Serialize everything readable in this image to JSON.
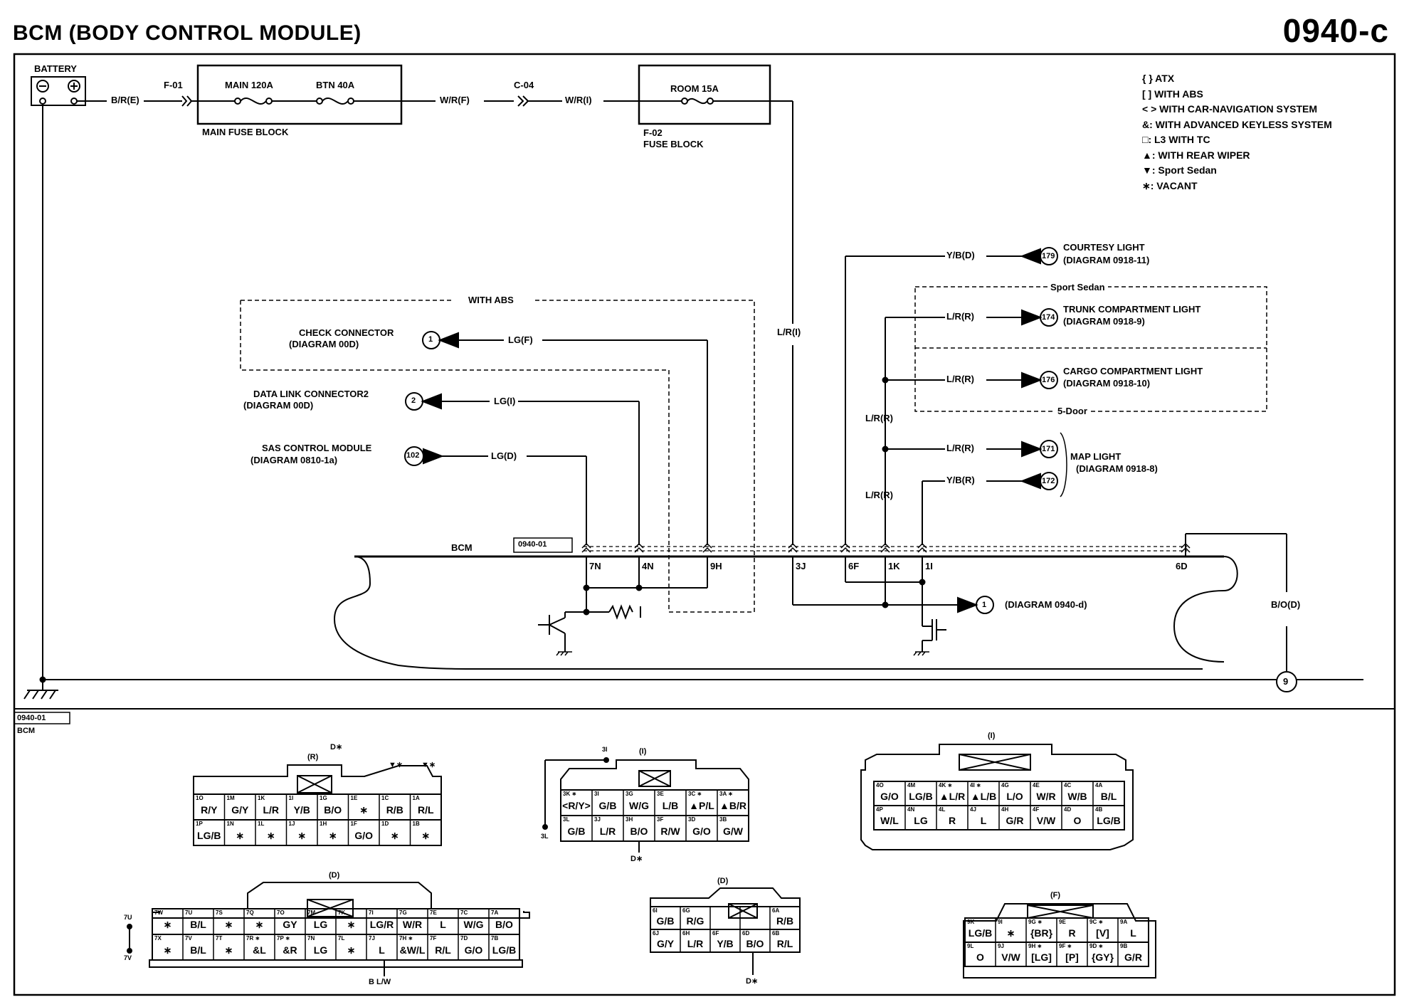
{
  "header": {
    "title": "BCM (BODY CONTROL MODULE)",
    "page_id": "0940-c"
  },
  "legend": [
    "{ } ATX",
    "[ ] WITH ABS",
    "< > WITH CAR-NAVIGATION SYSTEM",
    "&: WITH ADVANCED KEYLESS SYSTEM",
    "□: L3 WITH TC",
    "▲: WITH REAR WIPER",
    "▼: Sport Sedan",
    "∗: VACANT"
  ],
  "power": {
    "battery": "BATTERY",
    "f01": "F-01",
    "wire_br_e": "B/R(E)",
    "main_fuse": "MAIN 120A",
    "btn_fuse": "BTN 40A",
    "main_fuse_block": "MAIN FUSE BLOCK",
    "wire_wr_f": "W/R(F)",
    "c04": "C-04",
    "wire_wr_i": "W/R(I)",
    "room_fuse": "ROOM 15A",
    "f02": "F-02",
    "fuse_block": "FUSE BLOCK",
    "wire_lr_i": "L/R(I)"
  },
  "left_circuits": {
    "with_abs": "WITH ABS",
    "check_connector": "CHECK CONNECTOR",
    "check_connector_diag": "(DIAGRAM 00D)",
    "check_connector_num": "1",
    "wire_lg_f": "LG(F)",
    "dlc": "DATA LINK CONNECTOR2",
    "dlc_diag": "(DIAGRAM 00D)",
    "dlc_num": "2",
    "wire_lg_i": "LG(I)",
    "sas": "SAS CONTROL MODULE",
    "sas_diag": "(DIAGRAM 0810-1a)",
    "sas_num": "102",
    "wire_lg_d": "LG(D)"
  },
  "right_circuits": {
    "wire_yb_d": "Y/B(D)",
    "courtesy_num": "179",
    "courtesy": "COURTESY LIGHT",
    "courtesy_diag": "(DIAGRAM 0918-11)",
    "sport_sedan": "Sport Sedan",
    "trunk_num": "174",
    "trunk": "TRUNK COMPARTMENT LIGHT",
    "trunk_diag": "(DIAGRAM 0918-9)",
    "wire_lr_r": "L/R(R)",
    "cargo_num": "176",
    "cargo": "CARGO COMPARTMENT LIGHT",
    "cargo_diag": "(DIAGRAM 0918-10)",
    "five_door": "5-Door",
    "map_num1": "171",
    "map_num2": "172",
    "map": "MAP LIGHT",
    "map_diag": "(DIAGRAM 0918-8)",
    "wire_yb_r": "Y/B(R)",
    "diag_d_num": "1",
    "diag_d": "(DIAGRAM 0940-d)",
    "wire_bo_d": "B/O(D)",
    "ground_num": "9"
  },
  "bcm": {
    "label": "BCM",
    "ref": "0940-01",
    "pins": [
      "7N",
      "4N",
      "9H",
      "3J",
      "6F",
      "1K",
      "1I",
      "6D"
    ]
  },
  "connector_section": {
    "ref": "0940-01",
    "label": "BCM",
    "conn_R": {
      "title": "(R)",
      "note": "D∗",
      "note2": "▼∗",
      "note3": "▼∗",
      "top": [
        [
          "1O",
          "R/Y"
        ],
        [
          "1M",
          "G/Y"
        ],
        [
          "1K",
          "L/R"
        ],
        [
          "1I",
          "Y/B"
        ],
        [
          "1G",
          "B/O"
        ],
        [
          "1E",
          "∗"
        ],
        [
          "1C",
          "R/B"
        ],
        [
          "1A",
          "R/L"
        ]
      ],
      "bottom": [
        [
          "1P",
          "LG/B"
        ],
        [
          "1N",
          "∗"
        ],
        [
          "1L",
          "∗"
        ],
        [
          "1J",
          "∗"
        ],
        [
          "1H",
          "∗"
        ],
        [
          "1F",
          "G/O"
        ],
        [
          "1D",
          "∗"
        ],
        [
          "1B",
          "∗"
        ]
      ]
    },
    "conn_I1": {
      "title": "(I)",
      "note_top": "3I",
      "note_left": "3L",
      "note_bottom": "D∗",
      "top": [
        [
          "3K ∗",
          "<R/Y>"
        ],
        [
          "3I",
          "G/B"
        ],
        [
          "3G",
          "W/G"
        ],
        [
          "3E",
          "L/B"
        ],
        [
          "3C ∗",
          "▲P/L"
        ],
        [
          "3A ∗",
          "▲B/R"
        ]
      ],
      "bottom": [
        [
          "3L",
          "G/B"
        ],
        [
          "3J",
          "L/R"
        ],
        [
          "3H",
          "B/O"
        ],
        [
          "3F",
          "R/W"
        ],
        [
          "3D",
          "G/O"
        ],
        [
          "3B",
          "G/W"
        ]
      ]
    },
    "conn_I2": {
      "title": "(I)",
      "top": [
        [
          "4O",
          "G/O"
        ],
        [
          "4M",
          "LG/B"
        ],
        [
          "4K ∗",
          "▲L/R"
        ],
        [
          "4I ∗",
          "▲L/B"
        ],
        [
          "4G",
          "L/O"
        ],
        [
          "4E",
          "W/R"
        ],
        [
          "4C",
          "W/B"
        ],
        [
          "4A",
          "B/L"
        ]
      ],
      "bottom": [
        [
          "4P",
          "W/L"
        ],
        [
          "4N",
          "LG"
        ],
        [
          "4L",
          "R"
        ],
        [
          "4J",
          "L"
        ],
        [
          "4H",
          "G/R"
        ],
        [
          "4F",
          "V/W"
        ],
        [
          "4D",
          "O"
        ],
        [
          "4B",
          "LG/B"
        ]
      ]
    },
    "conn_D1": {
      "title": "(D)",
      "side_top": "7U",
      "side_bottom": "7V",
      "note_bottom": "B L/W",
      "top": [
        [
          "7W",
          "∗"
        ],
        [
          "7U",
          "B/L"
        ],
        [
          "7S",
          "∗"
        ],
        [
          "7Q",
          "∗"
        ],
        [
          "7O",
          "GY"
        ],
        [
          "7M",
          "LG"
        ],
        [
          "7K",
          "∗"
        ],
        [
          "7I",
          "LG/R"
        ],
        [
          "7G",
          "W/R"
        ],
        [
          "7E",
          "L"
        ],
        [
          "7C",
          "W/G"
        ],
        [
          "7A",
          "B/O"
        ]
      ],
      "bottom": [
        [
          "7X",
          "∗"
        ],
        [
          "7V",
          "B/L"
        ],
        [
          "7T",
          "∗"
        ],
        [
          "7R ∗",
          "&L"
        ],
        [
          "7P ∗",
          "&R"
        ],
        [
          "7N",
          "LG"
        ],
        [
          "7L",
          "∗"
        ],
        [
          "7J",
          "L"
        ],
        [
          "7H ∗",
          "&W/L"
        ],
        [
          "7F",
          "R/L"
        ],
        [
          "7D",
          "G/O"
        ],
        [
          "7B",
          "LG/B"
        ]
      ]
    },
    "conn_D2": {
      "title": "(D)",
      "note_bottom": "D∗",
      "top": [
        [
          "6I",
          "G/B"
        ],
        [
          "6G",
          "R/G"
        ],
        [
          "",
          ""
        ],
        [
          "",
          ""
        ],
        [
          "6A",
          "R/B"
        ]
      ],
      "bottom": [
        [
          "6J",
          "G/Y"
        ],
        [
          "6H",
          "L/R"
        ],
        [
          "6F",
          "Y/B"
        ],
        [
          "6D",
          "B/O"
        ],
        [
          "6B",
          "R/L"
        ]
      ]
    },
    "conn_F": {
      "title": "(F)",
      "top": [
        [
          "9K",
          "LG/B"
        ],
        [
          "9I",
          "∗"
        ],
        [
          "9G ∗",
          "{BR}"
        ],
        [
          "9E",
          "R"
        ],
        [
          "9C ∗",
          "[V]"
        ],
        [
          "9A",
          "L"
        ]
      ],
      "bottom": [
        [
          "9L",
          "O"
        ],
        [
          "9J",
          "V/W"
        ],
        [
          "9H ∗",
          "[LG]"
        ],
        [
          "9F ∗",
          "[P]"
        ],
        [
          "9D ∗",
          "{GY}"
        ],
        [
          "9B",
          "G/R"
        ]
      ]
    }
  }
}
